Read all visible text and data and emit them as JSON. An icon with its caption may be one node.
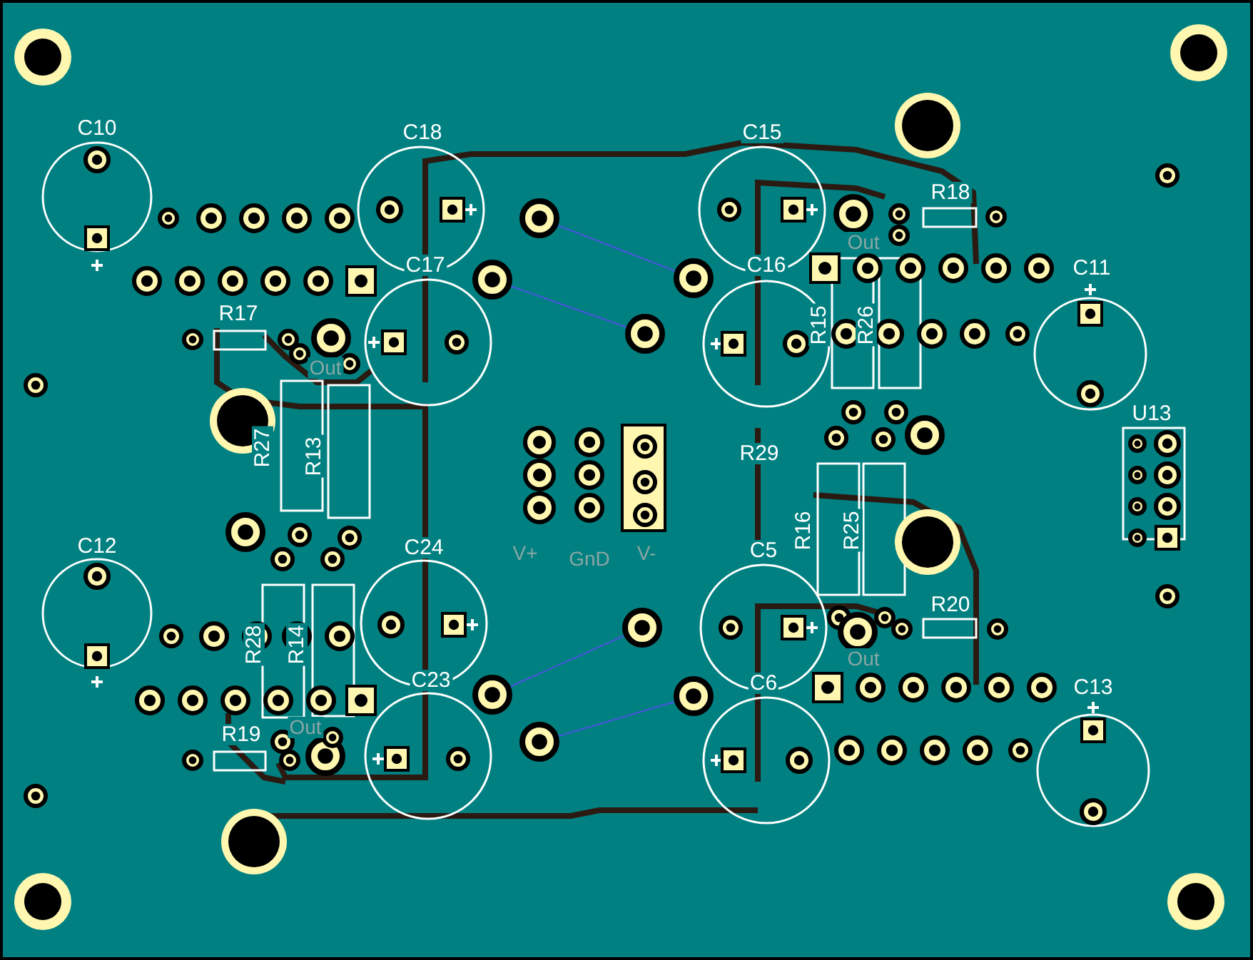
{
  "diagram": {
    "labels": [
      "C10",
      "C18",
      "C15",
      "R18",
      "Out",
      "C17",
      "C16",
      "C11",
      "R17",
      "R15",
      "R26",
      "Out",
      "U13",
      "R27",
      "R13",
      "R29",
      "V+",
      "GnD",
      "V-",
      "R16",
      "R25",
      "C12",
      "C24",
      "C5",
      "R20",
      "R28",
      "R14",
      "Out",
      "C23",
      "C6",
      "C13",
      "R19",
      "Out"
    ]
  }
}
